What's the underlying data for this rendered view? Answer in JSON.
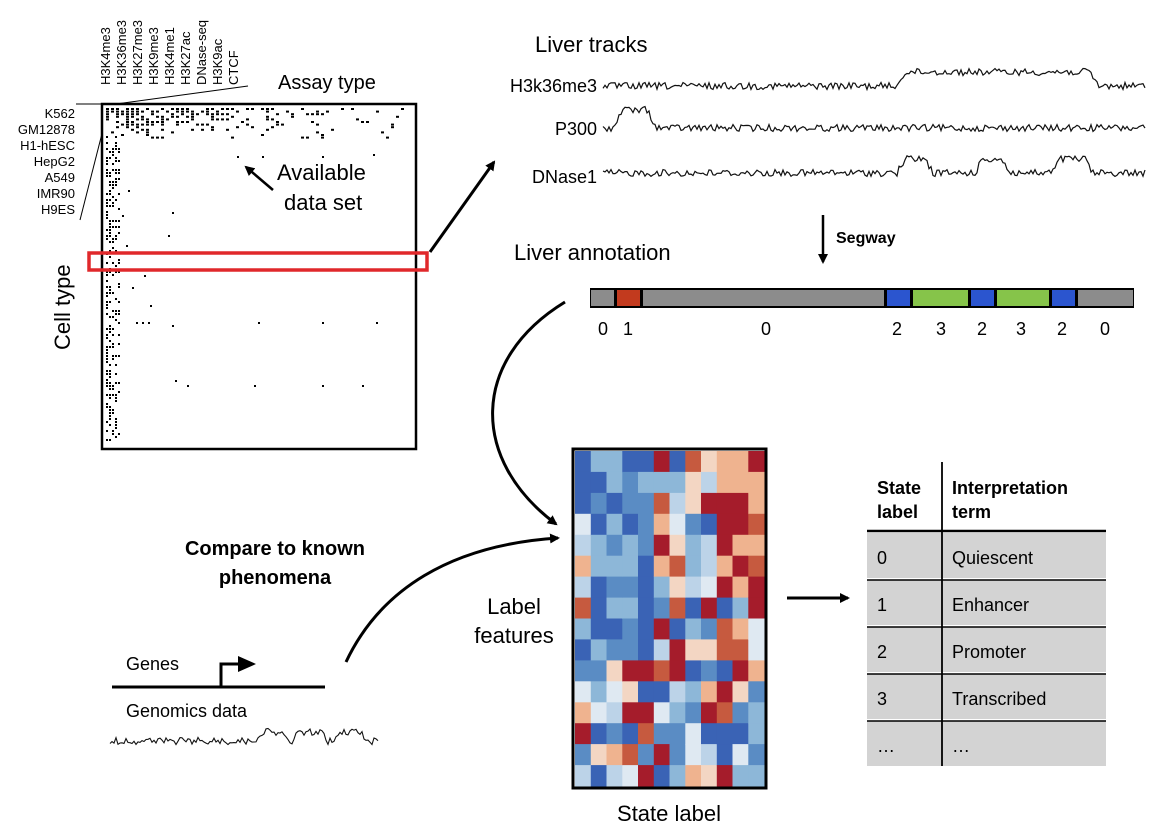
{
  "matrix": {
    "assay_types": [
      "H3K4me3",
      "H3K36me3",
      "H3K27me3",
      "H3K9me3",
      "H3K4me1",
      "H3K27ac",
      "DNase-seq",
      "H3K9ac",
      "CTCF"
    ],
    "assay_type_label": "Assay type",
    "cell_types": [
      "K562",
      "GM12878",
      "H1-hESC",
      "HepG2",
      "A549",
      "IMR90",
      "H9ES"
    ],
    "cell_type_label": "Cell type",
    "available_label_line1": "Available",
    "available_label_line2": "data set",
    "highlight_color": "#e0282b"
  },
  "tracks": {
    "title": "Liver tracks",
    "items": [
      {
        "label": "H3k36me3"
      },
      {
        "label": "P300"
      },
      {
        "label": "DNase1"
      }
    ]
  },
  "segway": {
    "label": "Segway"
  },
  "annotation": {
    "title": "Liver annotation",
    "segments": [
      {
        "label": "0",
        "color": "#8c8c8c"
      },
      {
        "label": "1",
        "color": "#c23a1e"
      },
      {
        "label": "0",
        "color": "#8c8c8c"
      },
      {
        "label": "2",
        "color": "#2b55cf"
      },
      {
        "label": "3",
        "color": "#86c44a"
      },
      {
        "label": "2",
        "color": "#2b55cf"
      },
      {
        "label": "3",
        "color": "#86c44a"
      },
      {
        "label": "2",
        "color": "#2b55cf"
      },
      {
        "label": "0",
        "color": "#8c8c8c"
      }
    ]
  },
  "heatmap": {
    "ylabel_line1": "Label",
    "ylabel_line2": "features",
    "xlabel": "State label"
  },
  "compare": {
    "title_line1": "Compare to known",
    "title_line2": "phenomena",
    "genes_label": "Genes",
    "genomics_label": "Genomics data"
  },
  "table": {
    "header": {
      "col1_line1": "State",
      "col1_line2": "label",
      "col2_line1": "Interpretation",
      "col2_line2": "term"
    },
    "rows": [
      {
        "label": "0",
        "term": "Quiescent"
      },
      {
        "label": "1",
        "term": "Enhancer"
      },
      {
        "label": "2",
        "term": "Promoter"
      },
      {
        "label": "3",
        "term": "Transcribed"
      },
      {
        "label": "…",
        "term": "…"
      }
    ],
    "row_color": "#d3d3d3"
  }
}
